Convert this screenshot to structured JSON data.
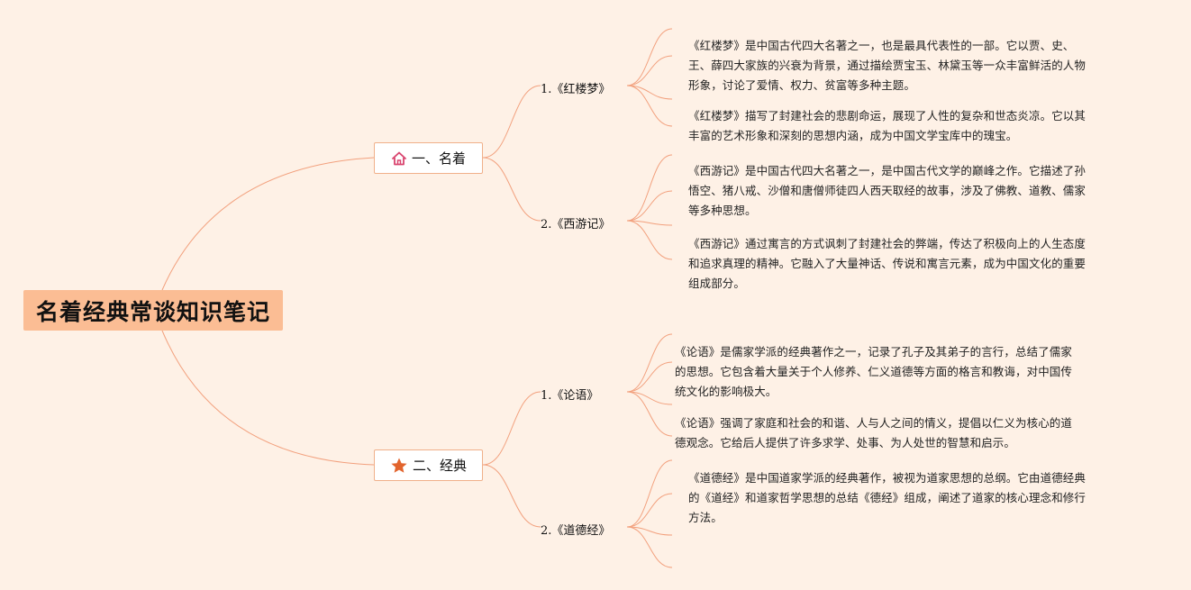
{
  "root": {
    "title": "名着经典常谈知识笔记"
  },
  "colors": {
    "background": "#fef1e6",
    "root_fill": "#fbbd94",
    "line": "#f2a07d",
    "node_border": "#f0b08a",
    "house_icon": "#d9446e",
    "star_icon": "#e2642d"
  },
  "categories": [
    {
      "label": "一、名着",
      "icon": "house-icon",
      "books": [
        {
          "title": "1.《红楼梦》",
          "notes": [
            "《红楼梦》是中国古代四大名著之一，也是最具代表性的一部。它以贾、史、\n王、薛四大家族的兴衰为背景，通过描绘贾宝玉、林黛玉等一众丰富鲜活的人物\n形象，讨论了爱情、权力、贫富等多种主题。",
            "《红楼梦》描写了封建社会的悲剧命运，展现了人性的复杂和世态炎凉。它以其\n丰富的艺术形象和深刻的思想内涵，成为中国文学宝库中的瑰宝。"
          ]
        },
        {
          "title": "2.《西游记》",
          "notes": [
            "《西游记》是中国古代四大名著之一，是中国古代文学的巅峰之作。它描述了孙\n悟空、猪八戒、沙僧和唐僧师徒四人西天取经的故事，涉及了佛教、道教、儒家\n等多种思想。",
            "《西游记》通过寓言的方式讽刺了封建社会的弊端，传达了积极向上的人生态度\n和追求真理的精神。它融入了大量神话、传说和寓言元素，成为中国文化的重要\n组成部分。"
          ]
        }
      ]
    },
    {
      "label": "二、经典",
      "icon": "star-icon",
      "books": [
        {
          "title": "1.《论语》",
          "notes": [
            "《论语》是儒家学派的经典著作之一，记录了孔子及其弟子的言行，总结了儒家\n的思想。它包含着大量关于个人修养、仁义道德等方面的格言和教诲，对中国传\n统文化的影响极大。",
            "《论语》强调了家庭和社会的和谐、人与人之间的情义，提倡以仁义为核心的道\n德观念。它给后人提供了许多求学、处事、为人处世的智慧和启示。"
          ]
        },
        {
          "title": "2.《道德经》",
          "notes": [
            "《道德经》是中国道家学派的经典著作，被视为道家思想的总纲。它由道德经典\n的《道经》和道家哲学思想的总结《德经》组成，阐述了道家的核心理念和修行\n方法。"
          ]
        }
      ]
    }
  ]
}
